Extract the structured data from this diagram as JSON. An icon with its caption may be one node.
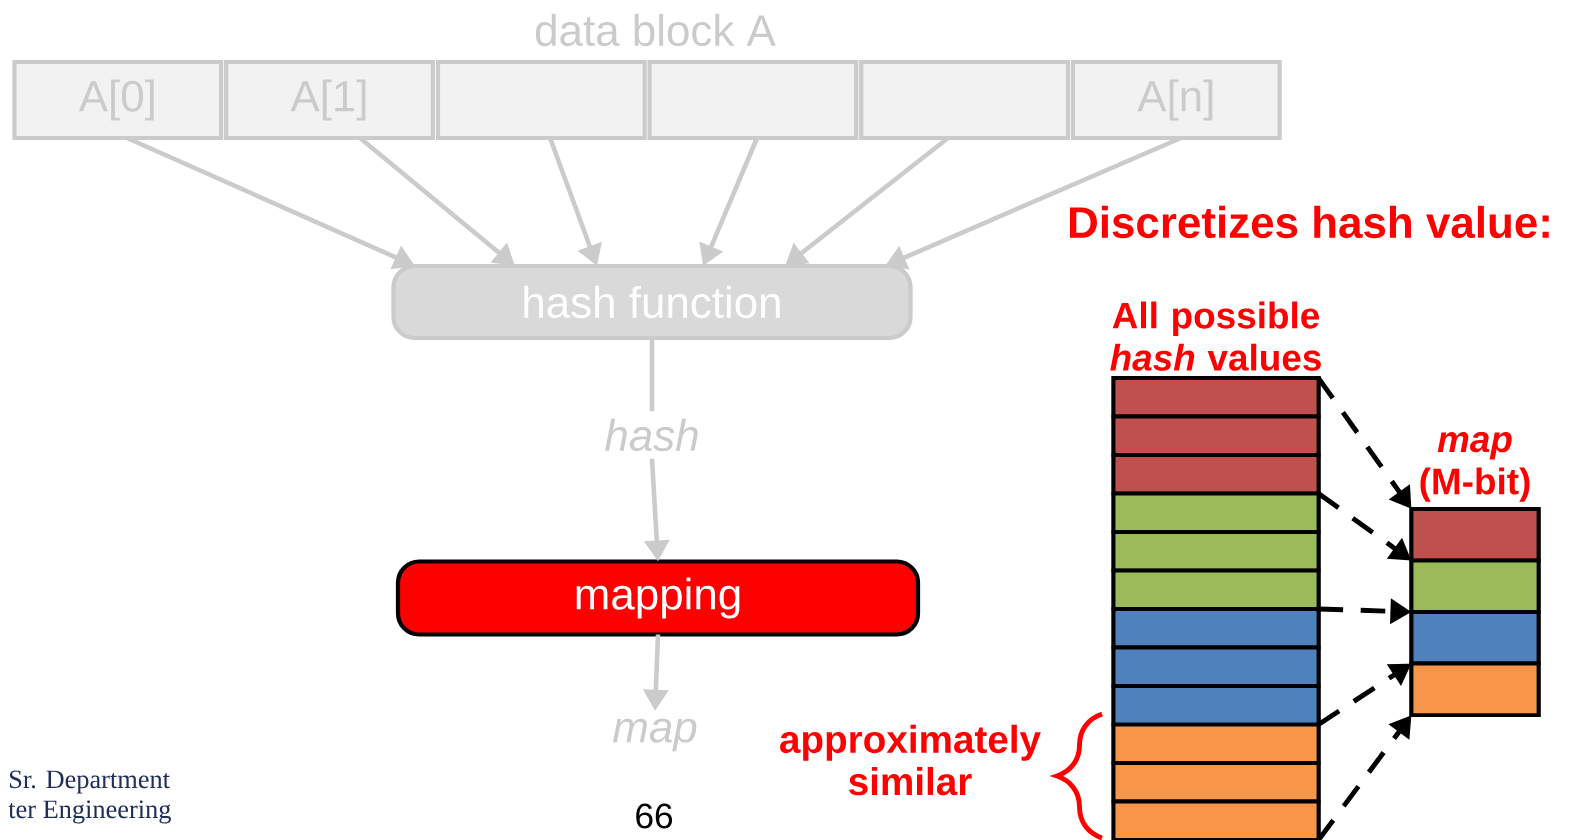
{
  "diagram": {
    "nodes": [
      {
        "text": [
          "A[0]"
        ]
      },
      {
        "text": [
          "A[1]"
        ]
      },
      {
        "text": [],
        "shape": "box"
      },
      {
        "text": [],
        "shape": "box"
      },
      {
        "text": [],
        "shape": "box"
      },
      {
        "text": [
          "A[n]"
        ]
      },
      {
        "text": [
          "hash function"
        ]
      },
      {
        "text": [
          "hash"
        ]
      },
      {
        "text": [
          "mapping"
        ]
      },
      {
        "text": [
          "map"
        ]
      },
      {
        "text": [
          "All possible *hash* values"
        ]
      },
      {
        "text": [],
        "shape": "box",
        "in": 10
      },
      {
        "text": [],
        "shape": "box",
        "in": 10
      },
      {
        "text": [],
        "shape": "box",
        "in": 10
      },
      {
        "text": [],
        "shape": "box",
        "in": 10
      },
      {
        "text": [],
        "shape": "box",
        "in": 10
      },
      {
        "text": [],
        "shape": "box",
        "in": 10
      },
      {
        "text": [],
        "shape": "box",
        "in": 10
      },
      {
        "text": [],
        "shape": "box",
        "in": 10
      },
      {
        "text": [],
        "shape": "box",
        "in": 10
      },
      {
        "text": [],
        "shape": "box",
        "in": 10
      },
      {
        "text": [],
        "shape": "box",
        "in": 10
      },
      {
        "text": [],
        "shape": "box",
        "in": 10
      },
      {
        "text": [
          "*map* (M-bit)"
        ]
      },
      {
        "text": [],
        "shape": "box",
        "in": 23
      },
      {
        "text": [],
        "shape": "box",
        "in": 23
      },
      {
        "text": [],
        "shape": "box",
        "in": 23
      },
      {
        "text": [],
        "shape": "box",
        "in": 23
      }
    ],
    "edges": [
      {
        "from": 0,
        "to": 6,
        "arrow": "to"
      },
      {
        "from": 1,
        "to": 6,
        "arrow": "to"
      },
      {
        "from": 2,
        "to": 6,
        "arrow": "to"
      },
      {
        "from": 3,
        "to": 6,
        "arrow": "to"
      },
      {
        "from": 4,
        "to": 6,
        "arrow": "to"
      },
      {
        "from": 5,
        "to": 6,
        "arrow": "to"
      },
      {
        "from": 6,
        "to": 7,
        "arrow": "none"
      },
      {
        "from": 7,
        "to": 8,
        "arrow": "to"
      },
      {
        "from": 8,
        "to": 9,
        "arrow": "to"
      },
      {
        "from": 11,
        "to": 24,
        "arrow": "to",
        "style": "dashed",
        "color": "#000000"
      },
      {
        "from": 13,
        "to": 24,
        "arrow": "to",
        "style": "dashed",
        "color": "#000000"
      },
      {
        "from": 16,
        "to": 25,
        "arrow": "to",
        "style": "dashed",
        "color": "#000000"
      },
      {
        "from": 19,
        "to": 26,
        "arrow": "to",
        "style": "dashed",
        "color": "#000000"
      },
      {
        "from": 22,
        "to": 27,
        "arrow": "to",
        "style": "dashed",
        "color": "#000000"
      }
    ],
    "labels": [
      "data block A",
      "Discretizes hash value:",
      "approximately similar",
      "Sr. Department",
      "ter Engineering",
      "66"
    ]
  }
}
